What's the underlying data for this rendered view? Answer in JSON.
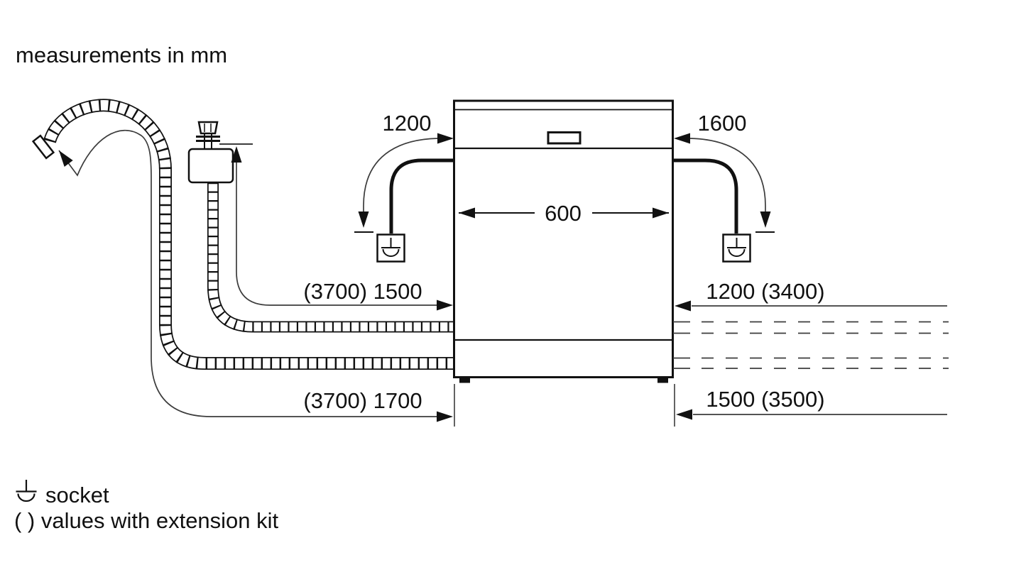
{
  "title": "measurements in mm",
  "dimensions": {
    "cord_left": "1200",
    "cord_right": "1600",
    "appliance_width": "600",
    "supply_hose_left": "(3700) 1500",
    "inlet_right": "1200 (3400)",
    "drain_hose_left": "(3700) 1700",
    "drain_right": "1500 (3500)"
  },
  "legend": {
    "socket_label": "socket",
    "parentheses_note": "( ) values with extension kit"
  },
  "symbols": {
    "socket_icon": "socket-outlet-symbol",
    "hose_arrow": "dimension-arrowhead"
  },
  "colors": {
    "ink": "#111111",
    "dim_line": "#3c3c3c",
    "background": "#ffffff"
  }
}
